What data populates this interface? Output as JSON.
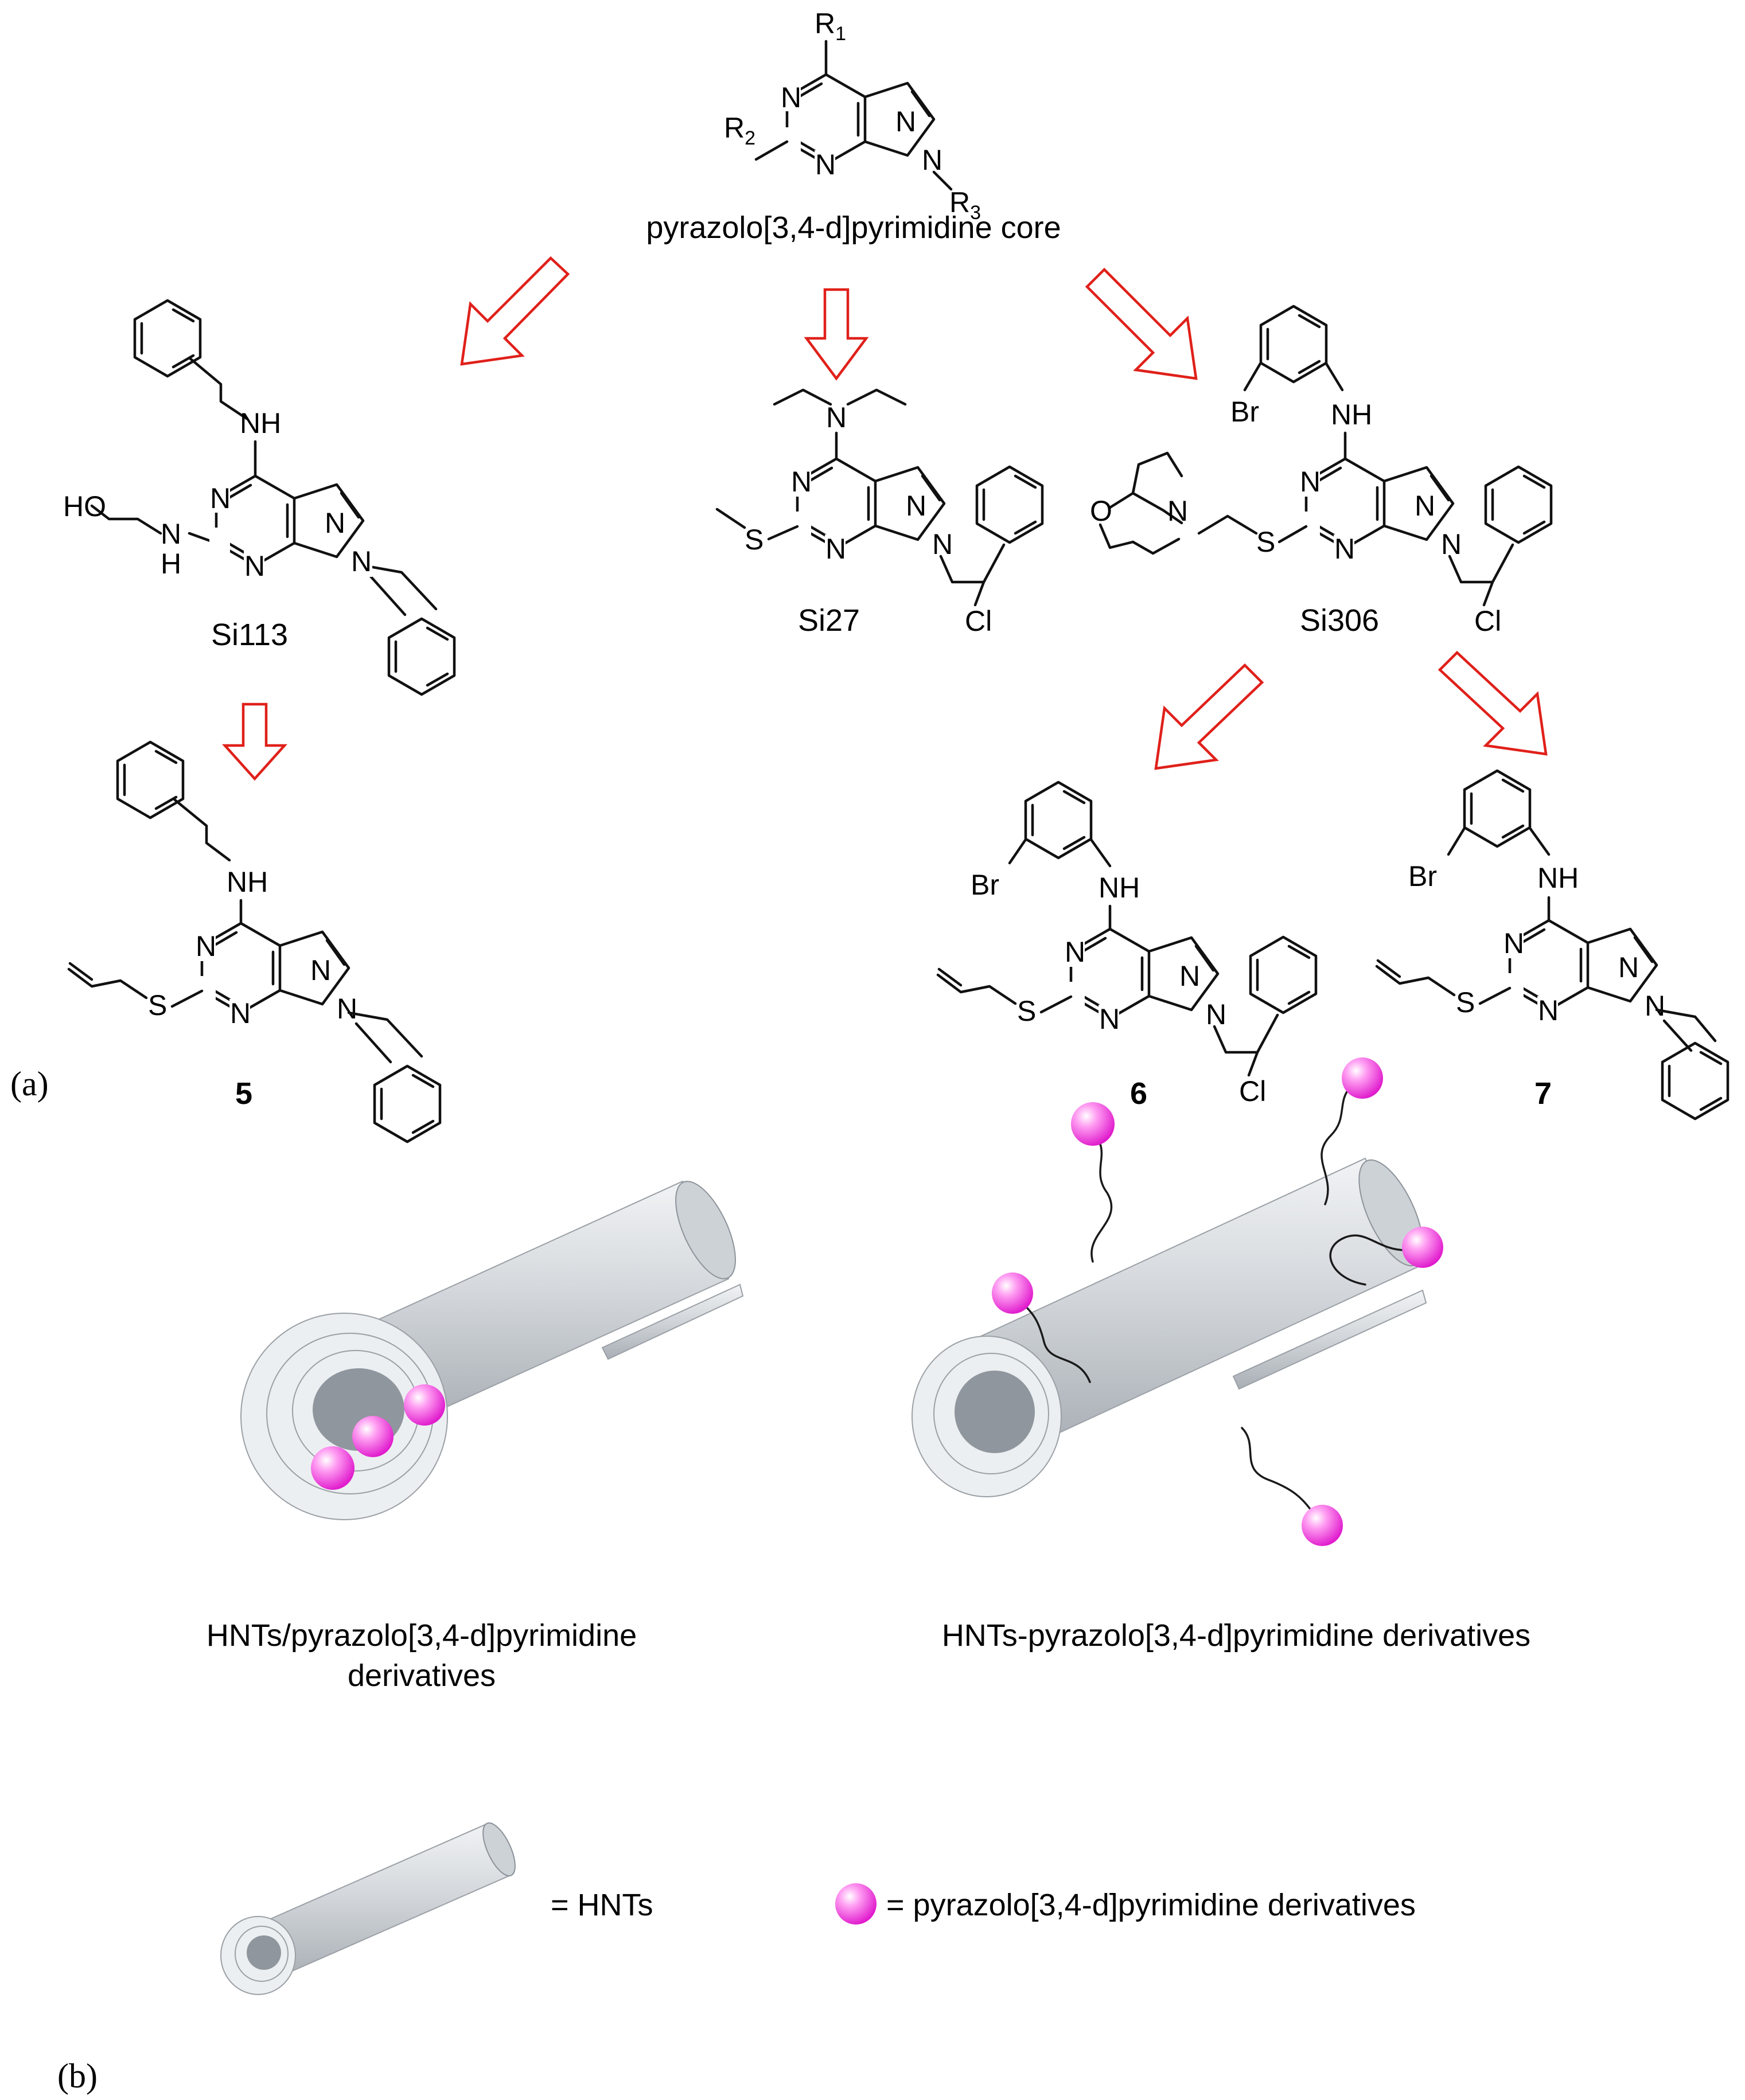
{
  "panels": {
    "a": "(a)",
    "b": "(b)"
  },
  "core": {
    "caption": "pyrazolo[3,4-d]pyrimidine core",
    "substituents": {
      "r1": "R",
      "r1_sub": "1",
      "r2": "R",
      "r2_sub": "2",
      "r3": "R",
      "r3_sub": "3"
    }
  },
  "compounds": [
    {
      "id": "si113",
      "label": "Si113",
      "bold": false
    },
    {
      "id": "si27",
      "label": "Si27",
      "bold": false
    },
    {
      "id": "si306",
      "label": "Si306",
      "bold": false
    },
    {
      "id": "c5",
      "label": "5",
      "bold": true
    },
    {
      "id": "c6",
      "label": "6",
      "bold": true
    },
    {
      "id": "c7",
      "label": "7",
      "bold": true
    }
  ],
  "atoms": {
    "N": "N",
    "NH": "NH",
    "HO": "HO",
    "S": "S",
    "Cl": "Cl",
    "Br": "Br",
    "O": "O",
    "H": "H"
  },
  "nanotube_labels": {
    "loaded_line1": "HNTs/pyrazolo[3,4-d]pyrimidine",
    "loaded_line2": "derivatives",
    "conjugated": "HNTs-pyrazolo[3,4-d]pyrimidine derivatives"
  },
  "legend": {
    "hnt": "= HNTs",
    "derivative": "= pyrazolo[3,4-d]pyrimidine derivatives"
  },
  "colors": {
    "arrow": "#e0201a",
    "sphere": "#ff40e6",
    "tube": "#c4c9ce"
  }
}
